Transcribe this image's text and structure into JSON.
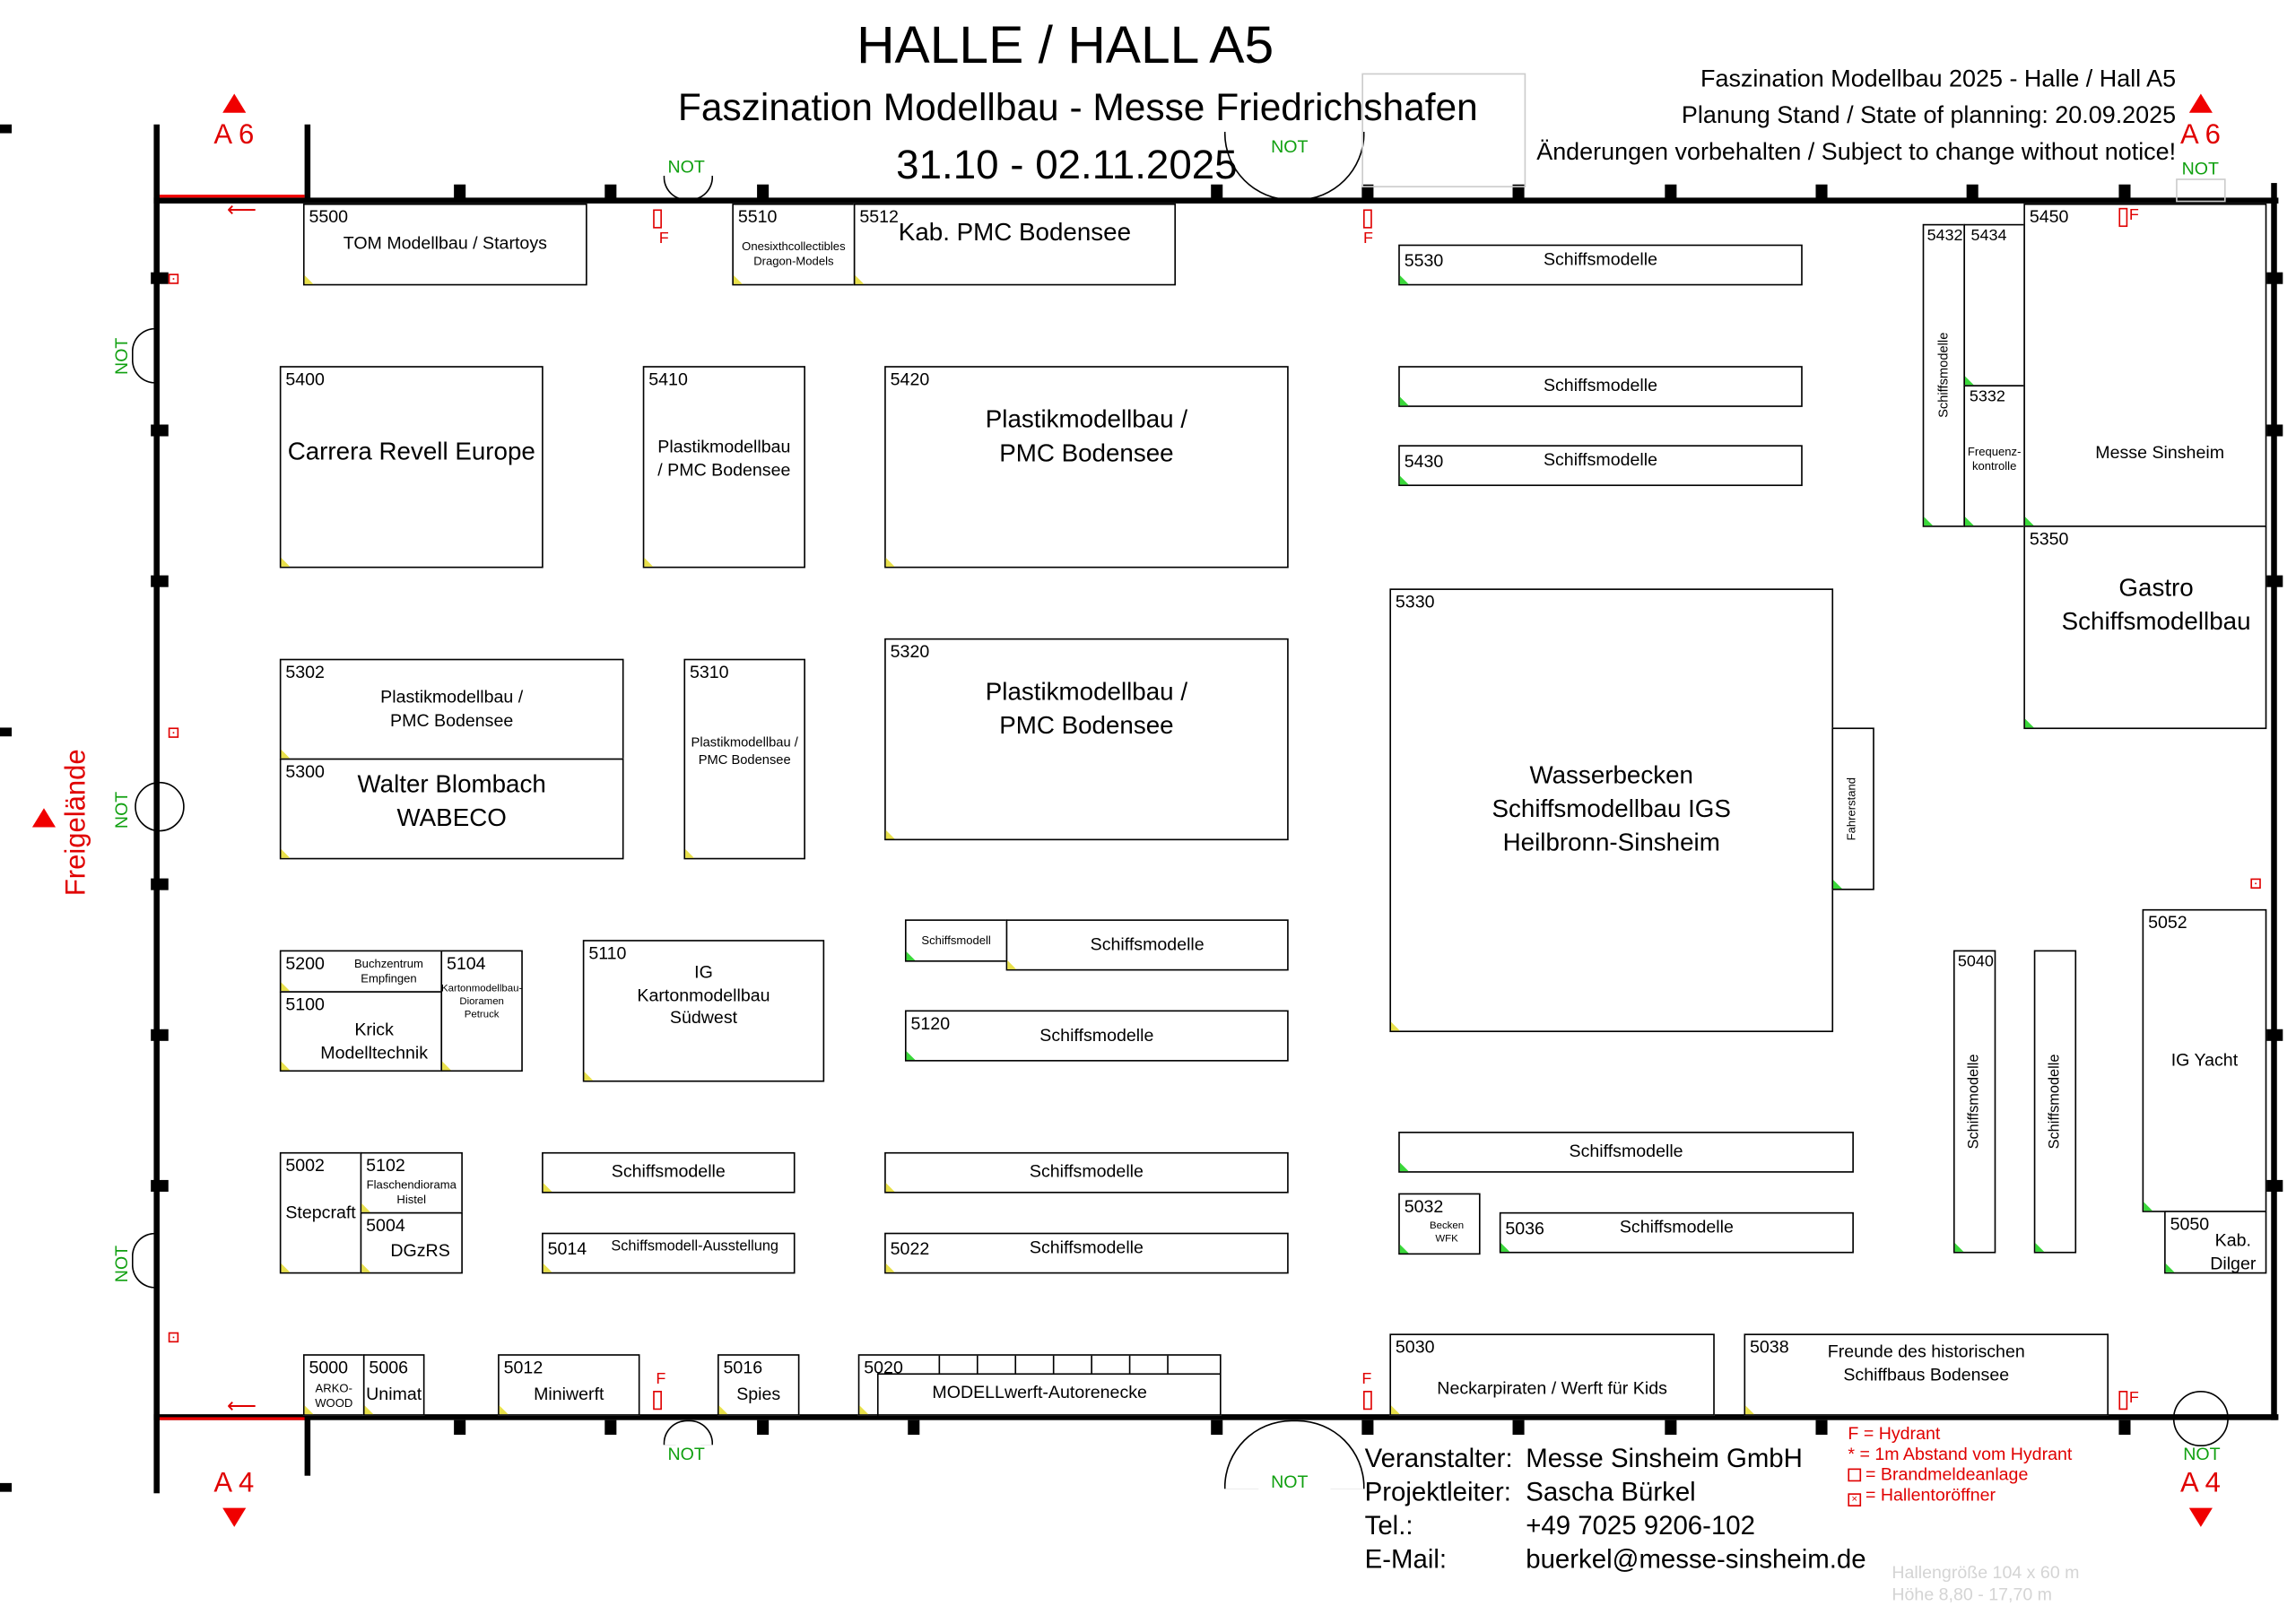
{
  "header": {
    "title": "HALLE / HALL A5",
    "subtitle": "Faszination Modellbau - Messe Friedrichshafen",
    "dates": "31.10 - 02.11.2025",
    "info": [
      "Faszination Modellbau 2025 - Halle / Hall A5",
      "Planung Stand / State of planning: 20.09.2025",
      "Änderungen vorbehalten / Subject to change without notice!"
    ]
  },
  "exits": {
    "a6": "A 6",
    "a4": "A 4",
    "freigelaende": "Freigelände",
    "not": "NOT",
    "hydrant": "F"
  },
  "booths": [
    {
      "number": "5500",
      "name": "TOM Modellbau / Startoys"
    },
    {
      "number": "5510",
      "name": "Onesixthcollectibles Dragon-Models"
    },
    {
      "number": "5512",
      "name": "Kab. PMC Bodensee"
    },
    {
      "number": "5530",
      "name": "Schiffsmodelle"
    },
    {
      "number": "",
      "name": "Schiffsmodelle"
    },
    {
      "number": "5430",
      "name": "Schiffsmodelle"
    },
    {
      "number": "5400",
      "name": "Carrera Revell Europe"
    },
    {
      "number": "5410",
      "name": "Plastikmodellbau / PMC Bodensee"
    },
    {
      "number": "5420",
      "name": "Plastikmodellbau / PMC Bodensee"
    },
    {
      "number": "5302",
      "name": "Plastikmodellbau / PMC Bodensee"
    },
    {
      "number": "5300",
      "name": "Walter Blombach WABECO"
    },
    {
      "number": "5310",
      "name": "Plastikmodellbau / PMC Bodensee"
    },
    {
      "number": "5320",
      "name": "Plastikmodellbau / PMC Bodensee"
    },
    {
      "number": "5330",
      "name": "Wasserbecken Schiffsmodellbau IGS Heilbronn-Sinsheim"
    },
    {
      "number": "",
      "name": "Fahrerstand"
    },
    {
      "number": "5432",
      "name": "Schiffsmodelle"
    },
    {
      "number": "5434",
      "name": ""
    },
    {
      "number": "5332",
      "name": "Frequenz-kontrolle"
    },
    {
      "number": "5450",
      "name": "Messe Sinsheim"
    },
    {
      "number": "5350",
      "name": "Gastro Schiffsmodellbau"
    },
    {
      "number": "5052",
      "name": "IG Yacht"
    },
    {
      "number": "5050",
      "name": "Kab. Dilger"
    },
    {
      "number": "5040",
      "name": "Schiffsmodelle"
    },
    {
      "number": "",
      "name": "Schiffsmodelle"
    },
    {
      "number": "",
      "name": "Schiffsmodell"
    },
    {
      "number": "",
      "name": "Schiffsmodelle"
    },
    {
      "number": "5120",
      "name": "Schiffsmodelle"
    },
    {
      "number": "5200",
      "name": "Buchzentrum Empfingen"
    },
    {
      "number": "5100",
      "name": "Krick Modelltechnik"
    },
    {
      "number": "5104",
      "name": "Kartonmodellbau-Dioramen Petruck"
    },
    {
      "number": "5110",
      "name": "IG Kartonmodellbau Südwest"
    },
    {
      "number": "5002",
      "name": "Stepcraft"
    },
    {
      "number": "5102",
      "name": "Flaschendiorama Histel"
    },
    {
      "number": "5004",
      "name": "DGzRS"
    },
    {
      "number": "",
      "name": "Schiffsmodelle"
    },
    {
      "number": "5014",
      "name": "Schiffsmodell-Ausstellung"
    },
    {
      "number": "",
      "name": "Schiffsmodelle"
    },
    {
      "number": "5022",
      "name": "Schiffsmodelle"
    },
    {
      "number": "",
      "name": "Schiffsmodelle"
    },
    {
      "number": "5032",
      "name": "Becken WFK"
    },
    {
      "number": "5036",
      "name": "Schiffsmodelle"
    },
    {
      "number": "5000",
      "name": "ARKO-WOOD"
    },
    {
      "number": "5006",
      "name": "Unimat"
    },
    {
      "number": "5012",
      "name": "Miniwerft"
    },
    {
      "number": "5016",
      "name": "Spies"
    },
    {
      "number": "5020",
      "name": "MODELLwerft-Autorenecke"
    },
    {
      "number": "5030",
      "name": "Neckarpiraten / Werft für Kids"
    },
    {
      "number": "5038",
      "name": "Freunde des historischen Schiffbaus Bodensee"
    }
  ],
  "contact": {
    "organizer_label": "Veranstalter:",
    "organizer": "Messe Sinsheim GmbH",
    "manager_label": "Projektleiter:",
    "manager": "Sascha Bürkel",
    "phone_label": "Tel.:",
    "phone": "+49 7025 9206-102",
    "email_label": "E-Mail:",
    "email": "buerkel@messe-sinsheim.de"
  },
  "legend": [
    "F = Hydrant",
    "* = 1m Abstand vom Hydrant",
    "= Brandmeldeanlage",
    "= Hallentoröffner"
  ],
  "hall": {
    "size": "Hallengröße  104 x 60 m",
    "height": "Höhe 8,80 - 17,70 m"
  },
  "colors": {
    "exit": "#f00000",
    "emergency": "#10a010",
    "booth_marker": "#e8e04a"
  }
}
